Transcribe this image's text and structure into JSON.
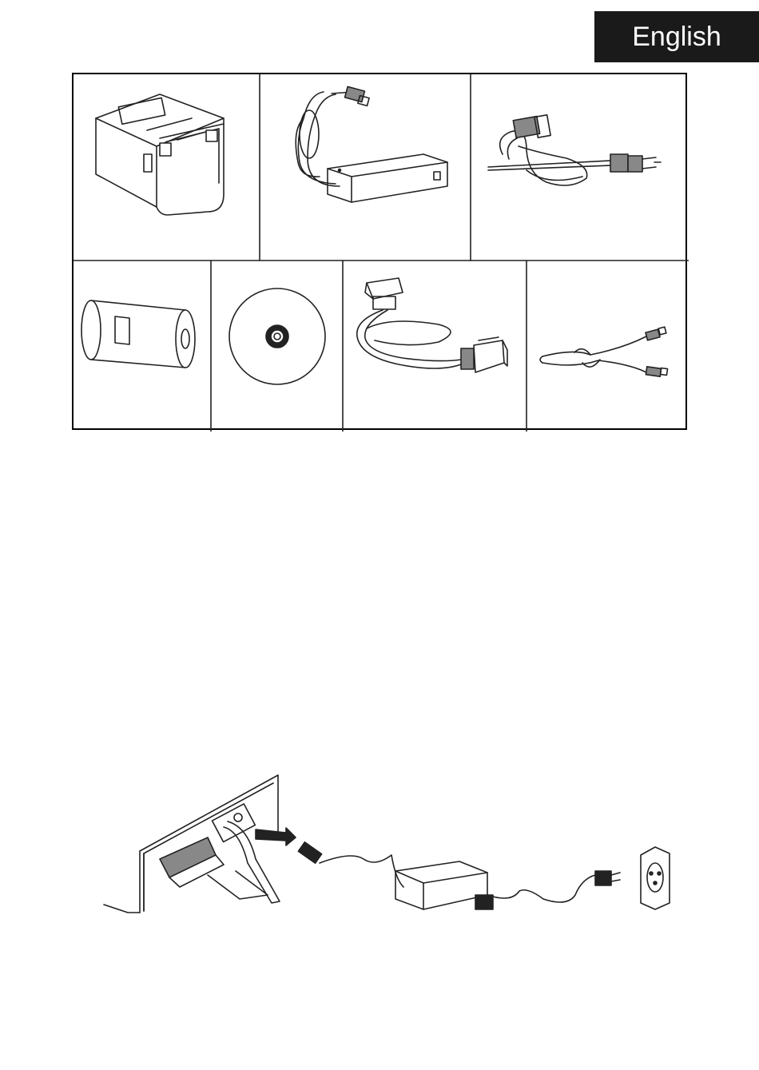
{
  "header": {
    "language_tab": "English"
  },
  "package_contents": {
    "items": [
      {
        "name": "printer",
        "icon": "printer-icon"
      },
      {
        "name": "power-adapter",
        "icon": "power-adapter-icon"
      },
      {
        "name": "power-cord",
        "icon": "power-cord-icon"
      },
      {
        "name": "paper-roll",
        "icon": "paper-roll-icon"
      },
      {
        "name": "driver-cd",
        "icon": "cd-disc-icon"
      },
      {
        "name": "parallel-cable",
        "icon": "parallel-cable-icon"
      },
      {
        "name": "usb-cable",
        "icon": "usb-cable-icon"
      }
    ]
  },
  "connection_diagram": {
    "icon": "power-connection-diagram"
  }
}
